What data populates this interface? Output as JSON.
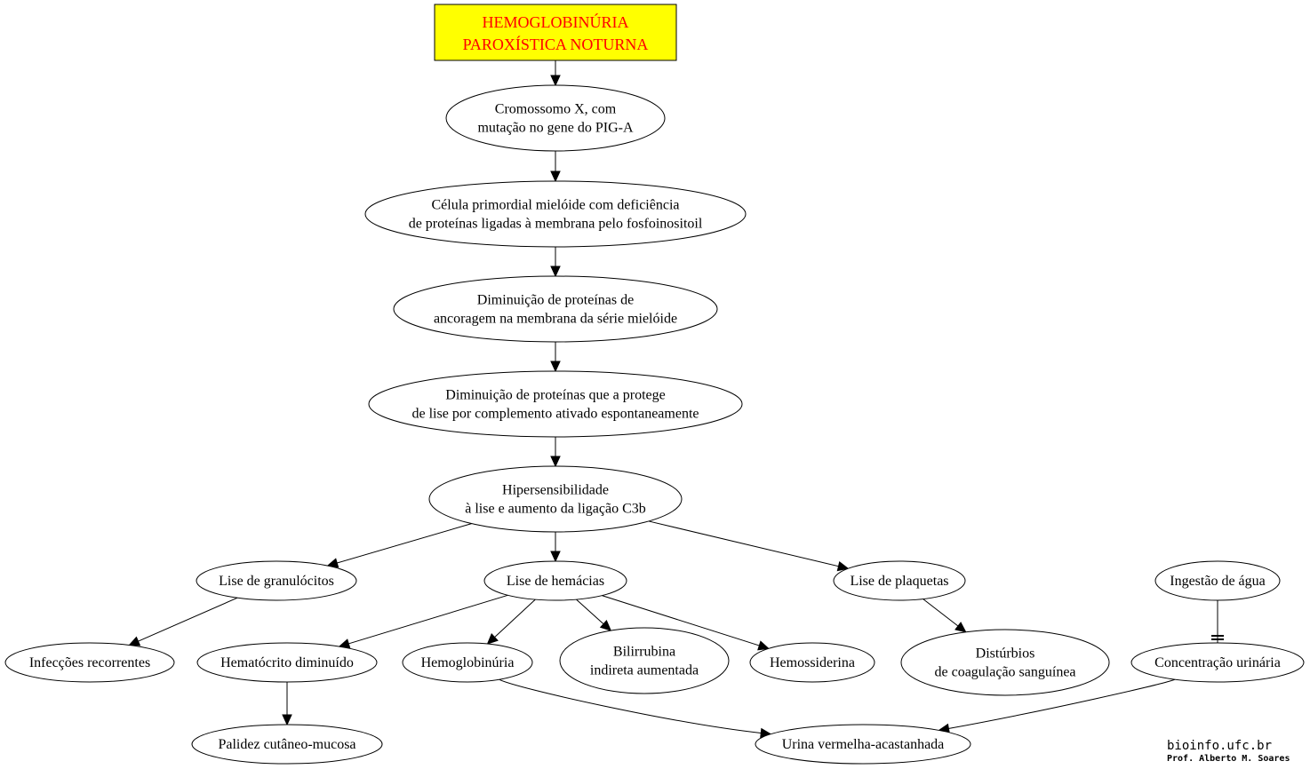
{
  "title": {
    "line1": "HEMOGLOBINÚRIA",
    "line2": "PAROXÍSTICA NOTURNA",
    "text_color": "#ff0000",
    "box_color": "#ffff00"
  },
  "nodes": {
    "cromossomo": [
      "Cromossomo X, com",
      "mutação no gene do PIG-A"
    ],
    "celula": [
      "Célula primordial mielóide com deficiência",
      "de proteínas ligadas à membrana pelo fosfoinositoil"
    ],
    "diminuicao_ancoragem": [
      "Diminuição de proteínas de",
      "ancoragem na membrana da série mielóide"
    ],
    "diminuicao_protege": [
      "Diminuição de proteínas que a protege",
      "de lise por complemento ativado espontaneamente"
    ],
    "hipersensibilidade": [
      "Hipersensibilidade",
      "à lise e aumento da ligação C3b"
    ],
    "lise_granulocitos": [
      "Lise de granulócitos"
    ],
    "lise_hemacias": [
      "Lise de hemácias"
    ],
    "lise_plaquetas": [
      "Lise de plaquetas"
    ],
    "ingestao_agua": [
      "Ingestão de água"
    ],
    "infeccoes": [
      "Infecções recorrentes"
    ],
    "hematocrito": [
      "Hematócrito diminuído"
    ],
    "hemoglobinuria": [
      "Hemoglobinúria"
    ],
    "bilirrubina": [
      "Bilirrubina",
      "indireta aumentada"
    ],
    "hemossiderina": [
      "Hemossiderina"
    ],
    "disturbios": [
      "Distúrbios",
      "de coagulação sanguínea"
    ],
    "concentracao": [
      "Concentração urinária"
    ],
    "palidez": [
      "Palidez cutâneo-mucosa"
    ],
    "urina": [
      "Urina vermelha-acastanhada"
    ]
  },
  "edges": [
    {
      "from": "title",
      "to": "cromossomo",
      "kind": "arrow"
    },
    {
      "from": "cromossomo",
      "to": "celula",
      "kind": "arrow"
    },
    {
      "from": "celula",
      "to": "diminuicao_ancoragem",
      "kind": "arrow"
    },
    {
      "from": "diminuicao_ancoragem",
      "to": "diminuicao_protege",
      "kind": "arrow"
    },
    {
      "from": "diminuicao_protege",
      "to": "hipersensibilidade",
      "kind": "arrow"
    },
    {
      "from": "hipersensibilidade",
      "to": "lise_granulocitos",
      "kind": "arrow"
    },
    {
      "from": "hipersensibilidade",
      "to": "lise_hemacias",
      "kind": "arrow"
    },
    {
      "from": "hipersensibilidade",
      "to": "lise_plaquetas",
      "kind": "arrow"
    },
    {
      "from": "lise_granulocitos",
      "to": "infeccoes",
      "kind": "arrow"
    },
    {
      "from": "lise_hemacias",
      "to": "hematocrito",
      "kind": "arrow"
    },
    {
      "from": "lise_hemacias",
      "to": "hemoglobinuria",
      "kind": "arrow"
    },
    {
      "from": "lise_hemacias",
      "to": "bilirrubina",
      "kind": "arrow"
    },
    {
      "from": "lise_hemacias",
      "to": "hemossiderina",
      "kind": "arrow"
    },
    {
      "from": "lise_plaquetas",
      "to": "disturbios",
      "kind": "arrow"
    },
    {
      "from": "ingestao_agua",
      "to": "concentracao",
      "kind": "tee"
    },
    {
      "from": "hematocrito",
      "to": "palidez",
      "kind": "arrow"
    },
    {
      "from": "hemoglobinuria",
      "to": "urina",
      "kind": "arrow"
    },
    {
      "from": "concentracao",
      "to": "urina",
      "kind": "arrow"
    }
  ],
  "credits": {
    "site": "bioinfo.ufc.br",
    "author": "Prof. Alberto M. Soares"
  }
}
